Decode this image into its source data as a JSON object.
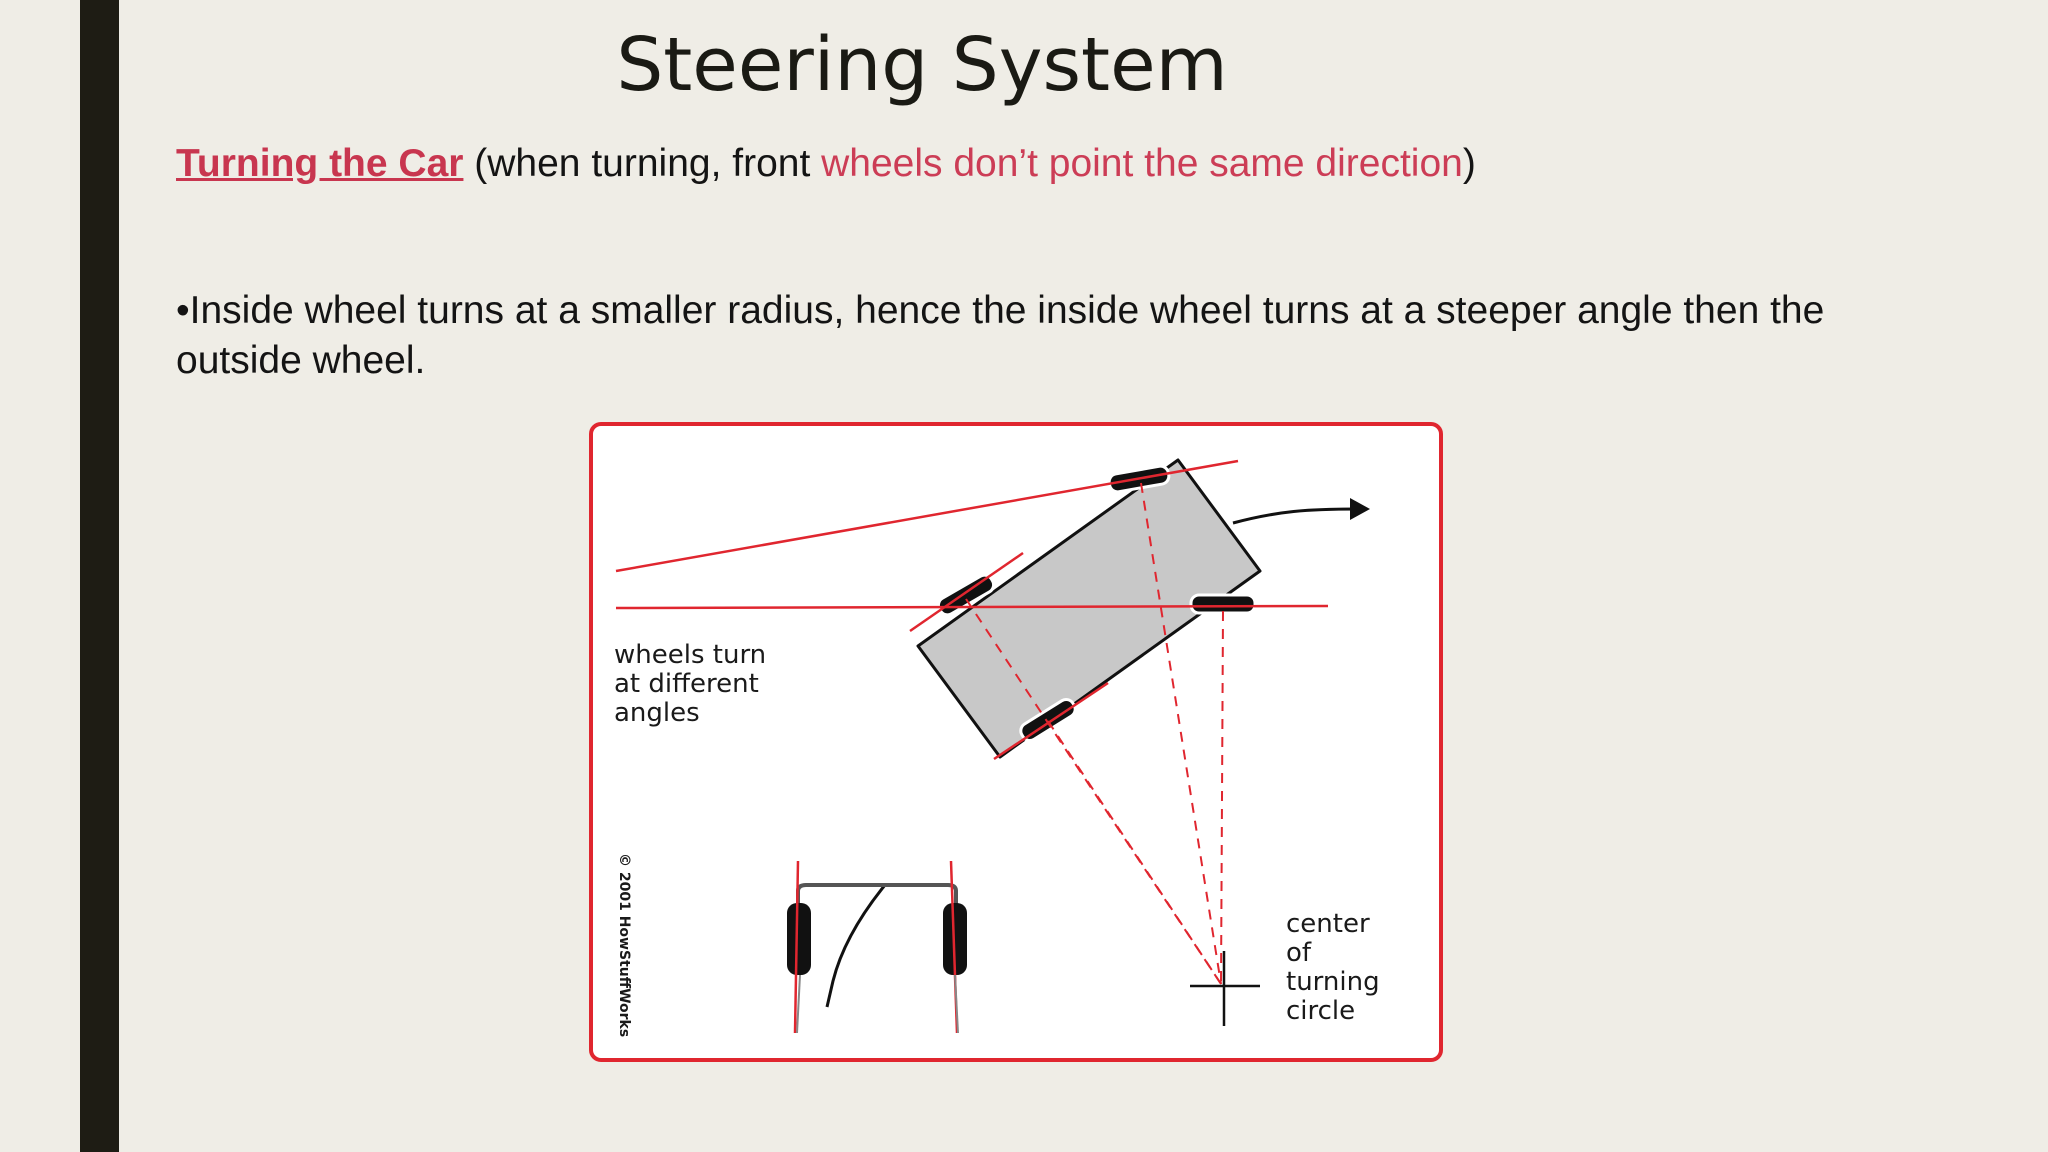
{
  "slide": {
    "title": "Steering System",
    "subtitle": {
      "link_text": "Turning the Car",
      "mid_text": " (when turning, front ",
      "highlight_text": "wheels don’t point the same direction",
      "end_text": ")"
    },
    "bullet_marker": "•",
    "bullet_text": "Inside wheel turns at a smaller radius, hence the inside wheel turns at a steeper angle then the outside wheel."
  },
  "diagram": {
    "label_wheels": [
      "wheels turn",
      "at different",
      "angles"
    ],
    "label_center": [
      "center",
      "of",
      "turning",
      "circle"
    ],
    "copyright": "© 2001 HowStuffWorks",
    "colors": {
      "frame": "#e0262f",
      "guide_lines": "#e0262f",
      "car_body": "#c8c8c8",
      "tires": "#111111",
      "accent_text": "#cc3d56",
      "sidebar": "#1e1c14",
      "background": "#efede6"
    }
  }
}
